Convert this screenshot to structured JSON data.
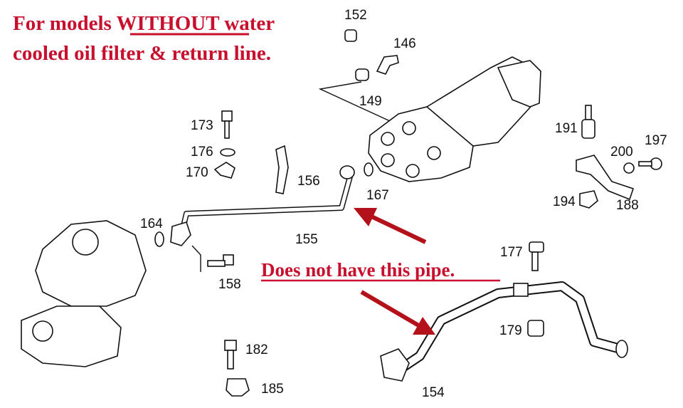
{
  "note": {
    "line1_pre": "For models ",
    "line1_emph": "WITHOUT",
    "line1_post": " water",
    "line2": "cooled oil filter & return line.",
    "color": "#c8102e"
  },
  "callout": {
    "text": "Does not have this pipe.",
    "color": "#c8102e"
  },
  "labels": {
    "p152": "152",
    "p146": "146",
    "p149": "149",
    "p173": "173",
    "p176": "176",
    "p170": "170",
    "p156": "156",
    "p167": "167",
    "p164": "164",
    "p155": "155",
    "p158": "158",
    "p191": "191",
    "p200": "200",
    "p197": "197",
    "p194": "194",
    "p188": "188",
    "p177": "177",
    "p179": "179",
    "p182": "182",
    "p185": "185",
    "p154": "154"
  }
}
